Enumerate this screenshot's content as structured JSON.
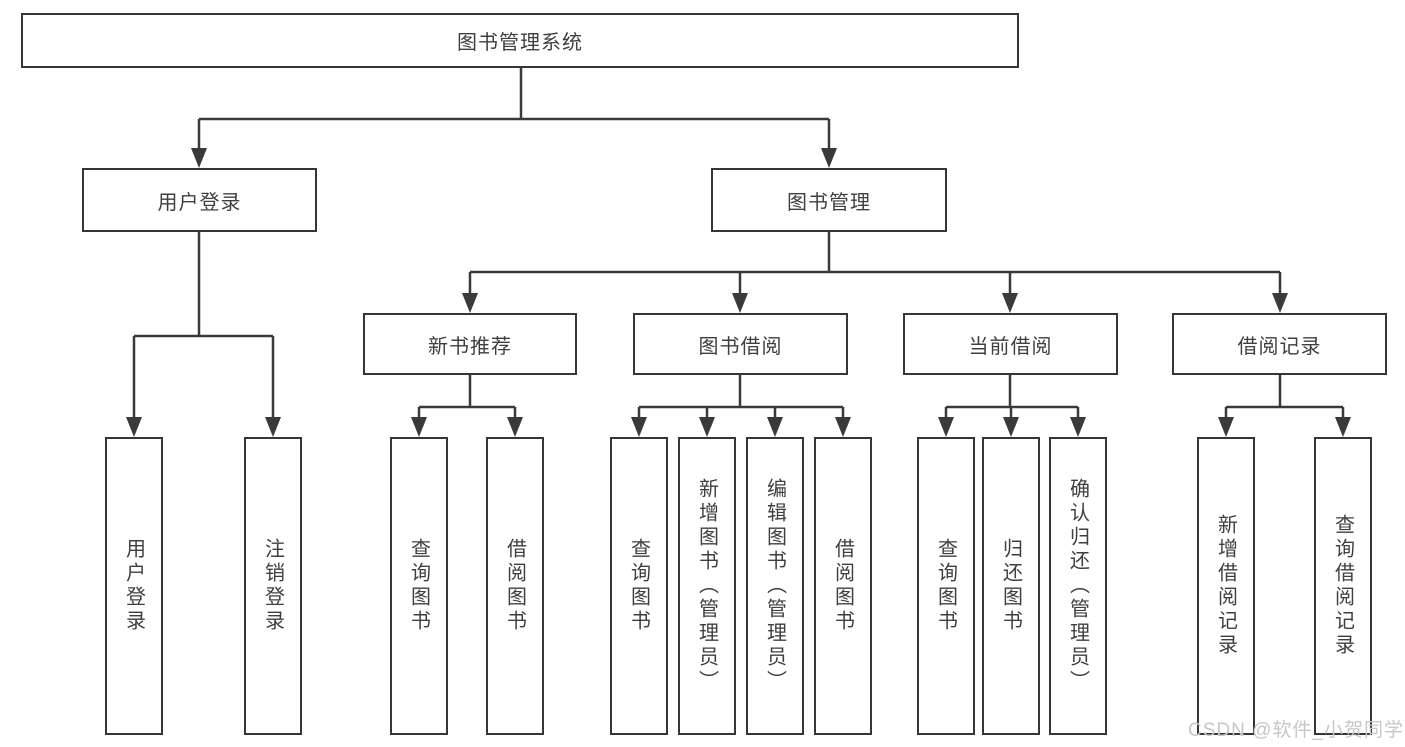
{
  "tree": {
    "root": "图书管理系统",
    "level2": [
      {
        "label": "用户登录",
        "children": [
          "用户登录",
          "注销登录"
        ]
      },
      {
        "label": "图书管理",
        "sections": [
          {
            "label": "新书推荐",
            "children": [
              "查询图书",
              "借阅图书"
            ]
          },
          {
            "label": "图书借阅",
            "children": [
              "查询图书",
              "新增图书（管理员）",
              "编辑图书（管理员）",
              "借阅图书"
            ]
          },
          {
            "label": "当前借阅",
            "children": [
              "查询图书",
              "归还图书",
              "确认归还（管理员）"
            ]
          },
          {
            "label": "借阅记录",
            "children": [
              "新增借阅记录",
              "查询借阅记录"
            ]
          }
        ]
      }
    ]
  },
  "watermark": {
    "text": "CSDN @软件_小贺同学"
  },
  "colors": {
    "line": "#3a3a3a",
    "node_border": "#363636",
    "text": "#3f3f3f",
    "watermark": "#c7c7c7"
  }
}
